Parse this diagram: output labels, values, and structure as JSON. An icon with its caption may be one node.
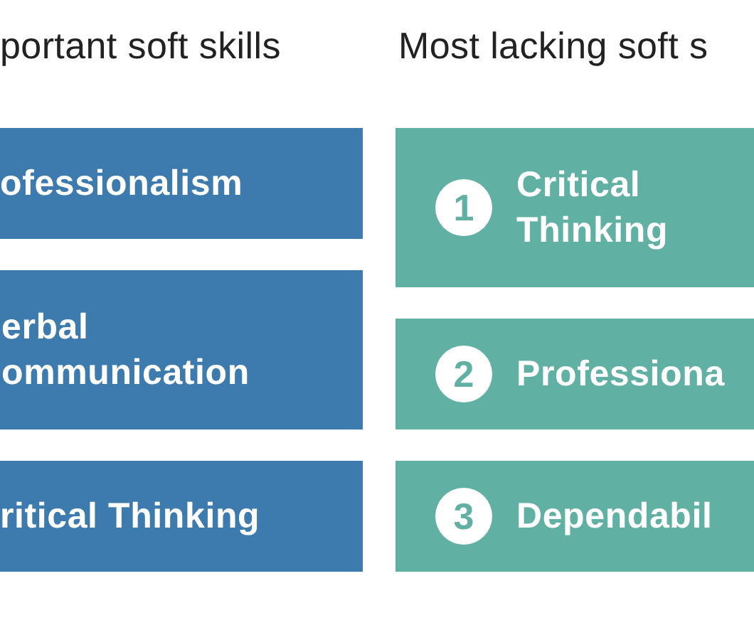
{
  "diagram": {
    "nodes": [
      {
        "text": [
          "ofessionalism"
        ]
      },
      {
        "text": [
          "erbal ommunication"
        ]
      },
      {
        "text": [
          "ritical Thinking"
        ]
      },
      {
        "text": [
          "Critical Thinking"
        ]
      },
      {
        "text": [
          "1"
        ],
        "in": 3
      },
      {
        "text": [
          "Professiona"
        ]
      },
      {
        "text": [
          "2"
        ],
        "in": 5
      },
      {
        "text": [
          "Dependabil"
        ]
      },
      {
        "text": [
          "3"
        ],
        "in": 7
      }
    ],
    "labels": [
      "portant soft skills",
      "Most lacking soft s"
    ]
  }
}
